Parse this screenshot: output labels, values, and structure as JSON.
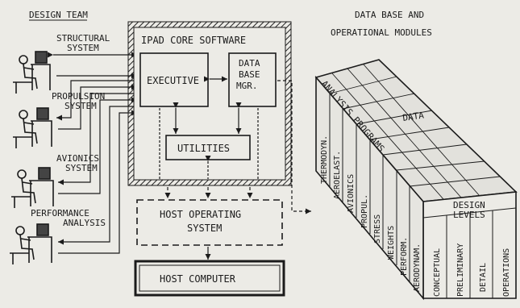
{
  "design_team": {
    "title": "DESIGN TEAM",
    "members": [
      {
        "line1": "STRUCTURAL",
        "line2": "SYSTEM"
      },
      {
        "line1": "PROPULSION",
        "line2": "SYSTEM"
      },
      {
        "line1": "AVIONICS",
        "line2": "SYSTEM"
      },
      {
        "line1": "PERFORMANCE",
        "line2": "ANALYSIS"
      }
    ]
  },
  "core": {
    "title": "IPAD CORE SOFTWARE",
    "executive": "EXECUTIVE",
    "dbm": {
      "line1": "DATA",
      "line2": "BASE",
      "line3": "MGR."
    },
    "utilities": "UTILITIES"
  },
  "host_os": {
    "line1": "HOST OPERATING",
    "line2": "SYSTEM"
  },
  "host_computer": "HOST COMPUTER",
  "database": {
    "title_line1": "DATA BASE AND",
    "title_line2": "OPERATIONAL MODULES",
    "data_label": "DATA",
    "analysis_programs": "ANALYSIS PROGRAMS",
    "programs": [
      "THERMODYN.",
      "AEROELAST.",
      "AVIONICS",
      "PROPUL.",
      "STRESS",
      "WEIGHTS",
      "PERFORM.",
      "AERODYNAM."
    ],
    "design_levels_line1": "DESIGN",
    "design_levels_line2": "LEVELS",
    "levels": [
      "CONCEPTUAL",
      "PRELIMINARY",
      "DETAIL",
      "OPERATIONS"
    ]
  }
}
